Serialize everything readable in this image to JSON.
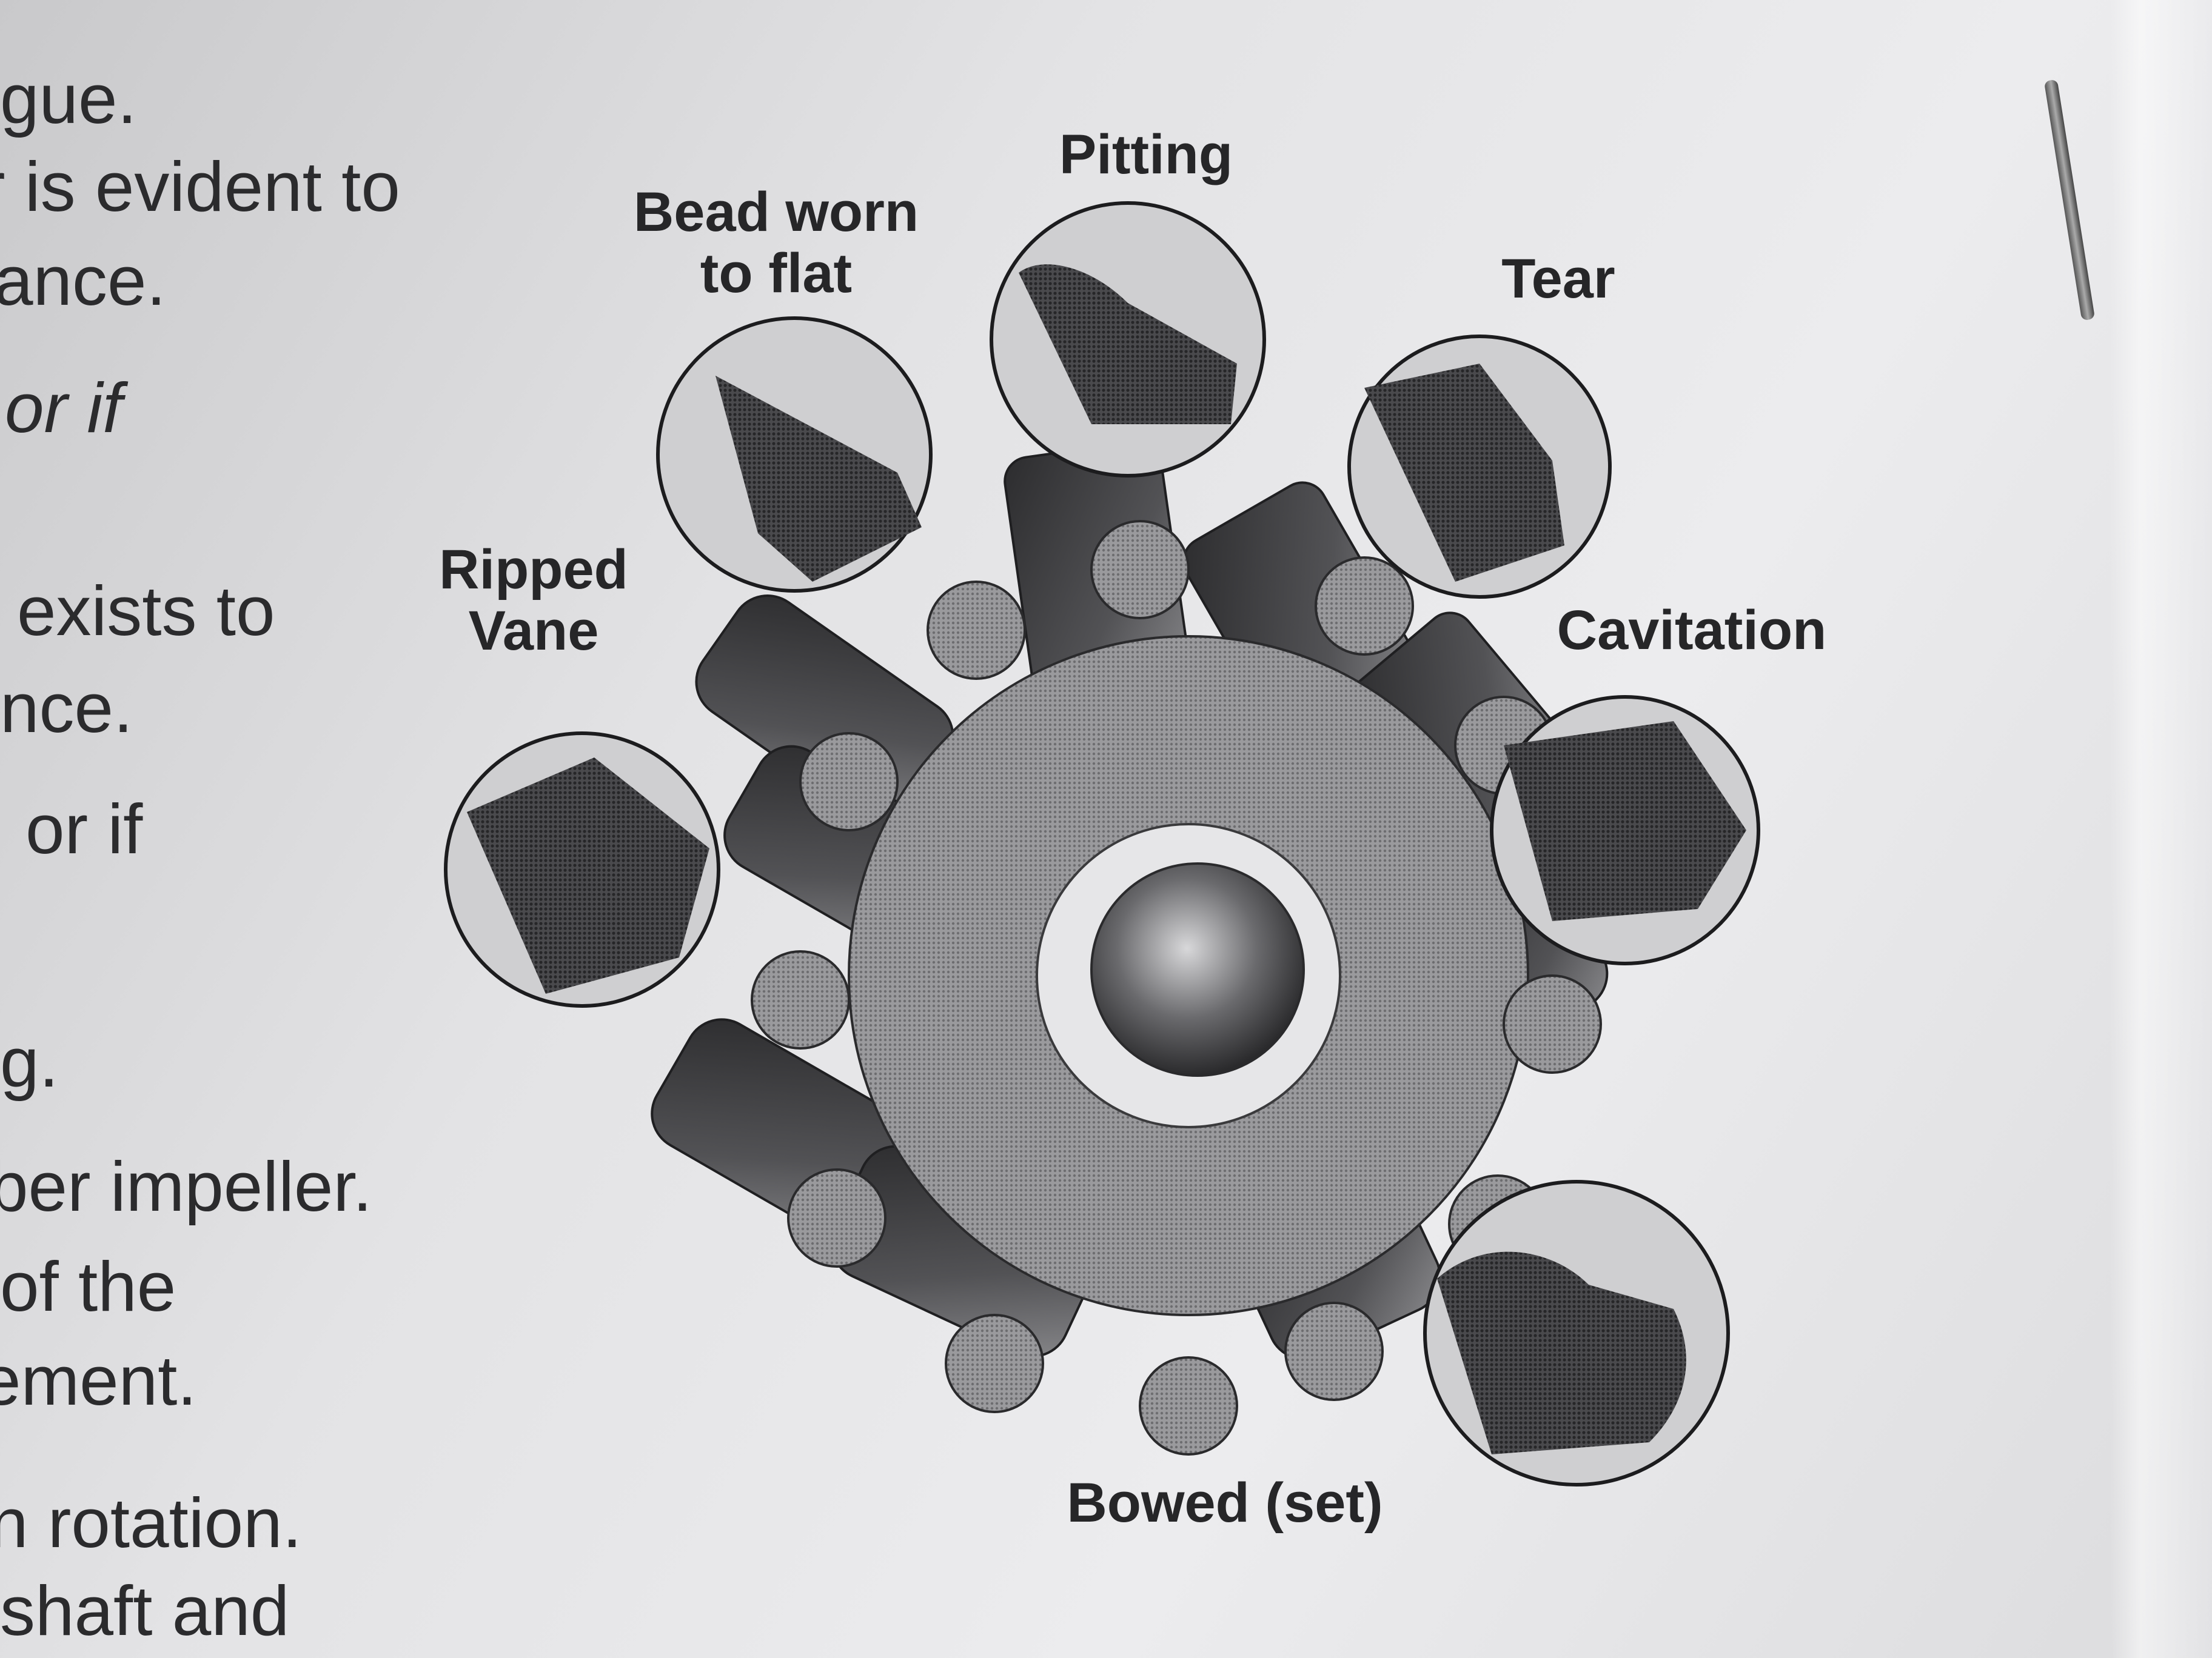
{
  "body_text": [
    "gue.",
    "r is evident to",
    "ance.",
    "or if",
    "exists to",
    "nce.",
    "or if",
    "g.",
    "ber impeller.",
    "of the",
    "ement.",
    "n rotation.",
    "shaft and"
  ],
  "labels": {
    "bead_worn_line1": "Bead worn",
    "bead_worn_line2": "to flat",
    "pitting": "Pitting",
    "tear": "Tear",
    "ripped_vane_line1": "Ripped",
    "ripped_vane_line2": "Vane",
    "cavitation": "Cavitation",
    "bowed": "Bowed (set)"
  },
  "colors": {
    "ink": "#262628",
    "impeller_face": "#8e8e91",
    "impeller_dark": "#3c3c3f",
    "hub_ring": "#e6e6e8"
  }
}
